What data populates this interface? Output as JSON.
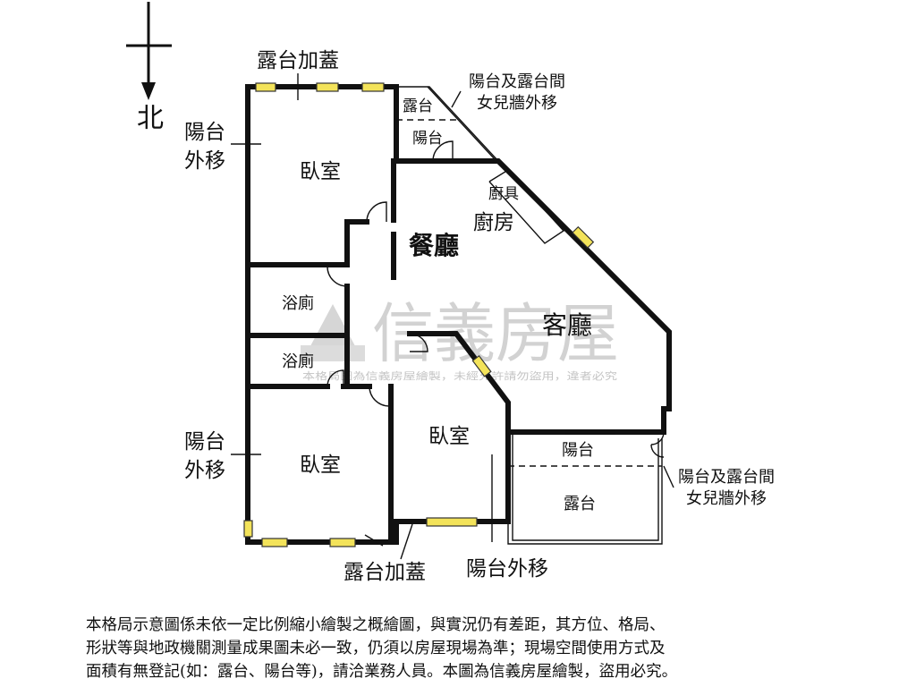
{
  "compass": {
    "north_label": "北"
  },
  "watermark": {
    "brand": "信義房屋",
    "notice": "本格局圖為信義房屋繪製，未經允許請勿盜用，違者必究"
  },
  "rooms": {
    "bedroom_nw": "臥室",
    "bedroom_sw": "臥室",
    "bedroom_center": "臥室",
    "bath_upper": "浴廁",
    "bath_lower": "浴廁",
    "dining": "餐廳",
    "kitchen": "廚房",
    "cabinet": "廚具",
    "living": "客廳",
    "balcony_top": "陽台",
    "terrace_top": "露台",
    "balcony_right": "陽台",
    "terrace_right": "露台"
  },
  "annotations": {
    "terrace_cover_top": "露台加蓋",
    "terrace_cover_bottom": "露台加蓋",
    "balcony_out_left_top": [
      "陽台",
      "外移"
    ],
    "balcony_out_left_bottom": [
      "陽台",
      "外移"
    ],
    "balcony_out_bottom": "陽台外移",
    "parapet_top": [
      "陽台及露台間",
      "女兒牆外移"
    ],
    "parapet_right": [
      "陽台及露台間",
      "女兒牆外移"
    ]
  },
  "disclaimer": [
    "本格局示意圖係未依一定比例縮小繪製之概繪圖，與實況仍有差距，其方位、格局、",
    "形狀等與地政機關測量成果圖未必一致，仍須以房屋現場為準；現場空間使用方式及",
    "面積有無登記(如：露台、陽台等)，請洽業務人員。本圖為信義房屋繪製，盜用必究。"
  ]
}
